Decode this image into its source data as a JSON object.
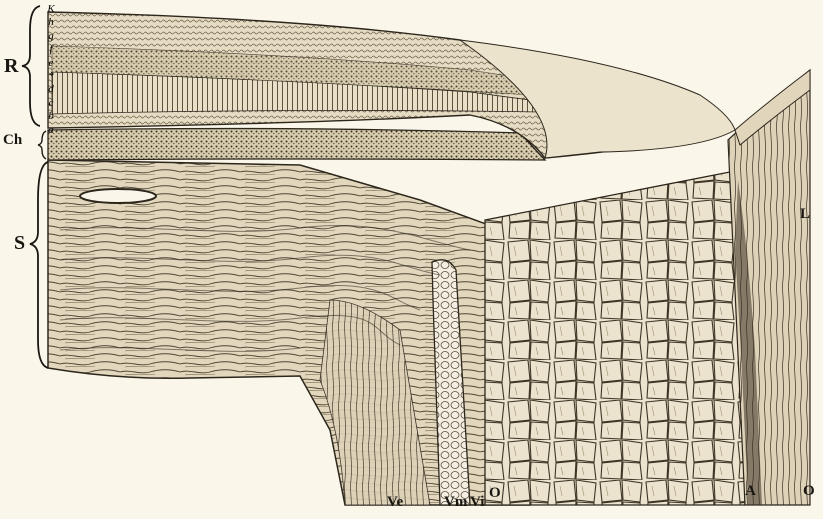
{
  "labels": {
    "retina": "R",
    "choroid": "Ch",
    "sclera": "S",
    "lens": "L",
    "vein_e": "Ve",
    "vein_m": "Vm",
    "vein_i": "Vi",
    "optic_left": "O",
    "artery": "A",
    "optic_right": "O"
  },
  "retina_layers": [
    "K",
    "h",
    "g",
    "f",
    "e",
    "*",
    "d",
    "c",
    "b",
    "a"
  ],
  "colors": {
    "paper": "#fbf6ea",
    "ink": "#1a1712",
    "tissue_light": "#e9e0c9",
    "tissue_mid": "#d7ccb0",
    "tissue_dark": "#a99c80"
  }
}
